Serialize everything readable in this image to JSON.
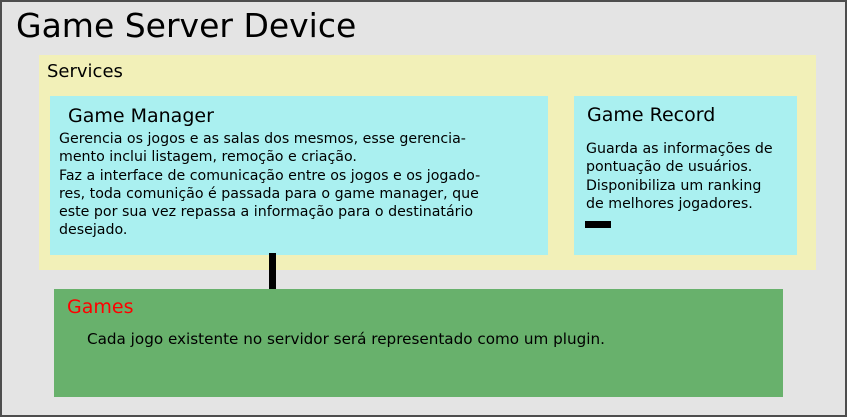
{
  "diagram": {
    "title": "Game Server Device",
    "background_color": "#e4e4e4",
    "border_color": "#4d4d4d"
  },
  "services": {
    "label": "Services",
    "panel_color": "#f2f0b8",
    "cards": [
      {
        "id": "game-manager",
        "title": "Game Manager",
        "body": "Gerencia os jogos e as salas dos mesmos, esse gerencia-\nmento inclui listagem, remoção e criação.\nFaz a interface de comunicação entre os jogos e os jogado-\nres, toda comunição é passada para o game manager, que\neste por sua vez repassa a informação para o destinatário\ndesejado.",
        "color": "#aaf0f0"
      },
      {
        "id": "game-record",
        "title": "Game Record",
        "body": "Guarda as informações de\npontuação de usuários.\nDisponibiliza um ranking\nde melhores jogadores.",
        "color": "#aaf0f0"
      }
    ]
  },
  "games": {
    "label": "Games",
    "label_color": "#ff0000",
    "body": "Cada jogo existente no servidor será representado como um plugin.",
    "panel_color": "#68b16c"
  },
  "connectors": [
    {
      "id": "manager-to-record",
      "orientation": "horizontal",
      "color": "#000000"
    },
    {
      "id": "manager-to-games",
      "orientation": "vertical",
      "color": "#000000"
    }
  ]
}
